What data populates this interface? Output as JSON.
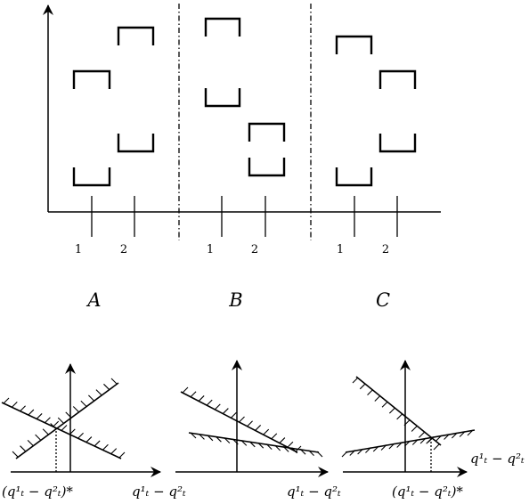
{
  "top_figure": {
    "panels": [
      {
        "label": "A",
        "tick_labels": [
          "1",
          "2"
        ]
      },
      {
        "label": "B",
        "tick_labels": [
          "1",
          "2"
        ]
      },
      {
        "label": "C",
        "tick_labels": [
          "1",
          "2"
        ]
      }
    ]
  },
  "bottom_figure": {
    "panels": [
      {
        "x_axis_label": "q¹ₜ − q²ₜ",
        "point_label": "(q¹ₜ − q²ₜ)*"
      },
      {
        "x_axis_label": "q¹ₜ − q²ₜ"
      },
      {
        "x_axis_label": "q¹ₜ − q²ₜ",
        "point_label": "(q¹ₜ − q²ₜ)*"
      }
    ]
  }
}
